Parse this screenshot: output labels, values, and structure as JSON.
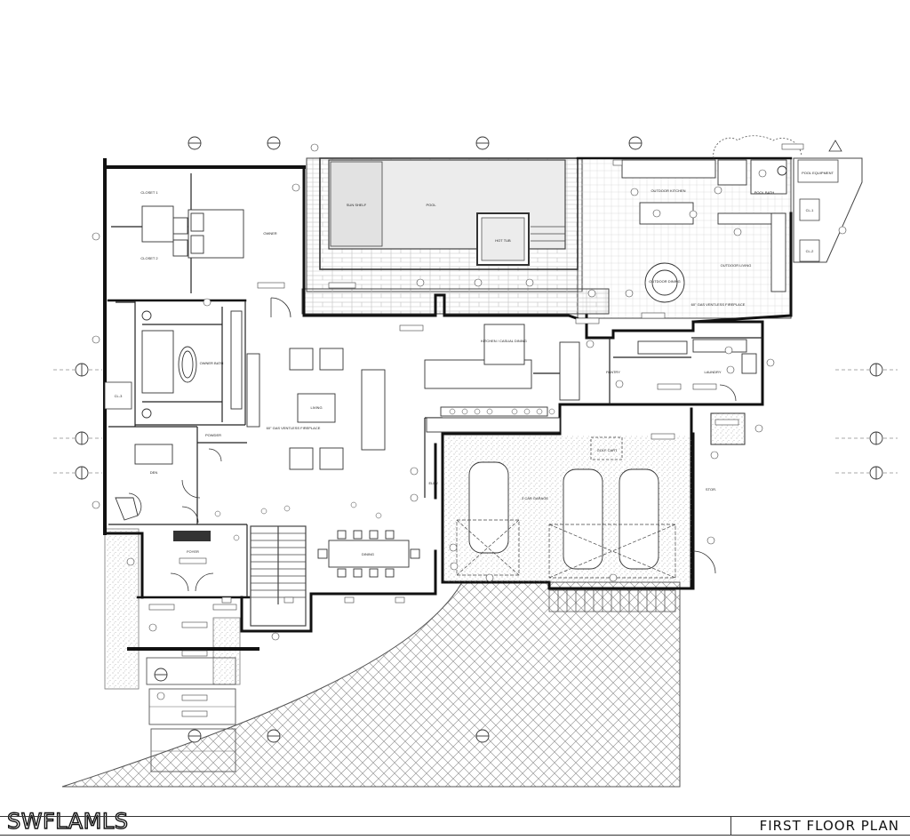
{
  "watermark": "SWFLAMLS",
  "title": "FIRST FLOOR PLAN",
  "rooms": {
    "closet1": "CLOSET 1",
    "closet2": "CLOSET 2",
    "owner": "OWNER",
    "owner_bath": "OWNER BATH",
    "cl3": "CL-3",
    "den": "DEN",
    "powder": "POWDER",
    "foyer": "FOYER",
    "living": "LIVING",
    "fireplace": "60\" GAS VENTLESS FIREPLACE",
    "kitchen": "KITCHEN / CASUAL DINING",
    "dining": "DINING",
    "sun_shelf": "SUN SHELF",
    "pool": "POOL",
    "hot_tub": "HOT TUB",
    "outdoor_kitchen": "OUTDOOR KITCHEN",
    "outdoor_living": "OUTDOOR LIVING",
    "outdoor_dining": "OUTDOOR DINING",
    "outdoor_fireplace": "60\" GAS VENTLESS FIREPLACE",
    "pool_bath": "POOL BATH",
    "pool_equipment": "POOL EQUIPMENT",
    "cl1": "CL-1",
    "cl2": "CL-2",
    "laundry": "LAUNDRY",
    "pantry": "PANTRY",
    "garage": "3 CAR GARAGE",
    "golf_cart": "GOLF CART",
    "storage": "STOR.",
    "elev": "ELEV."
  }
}
